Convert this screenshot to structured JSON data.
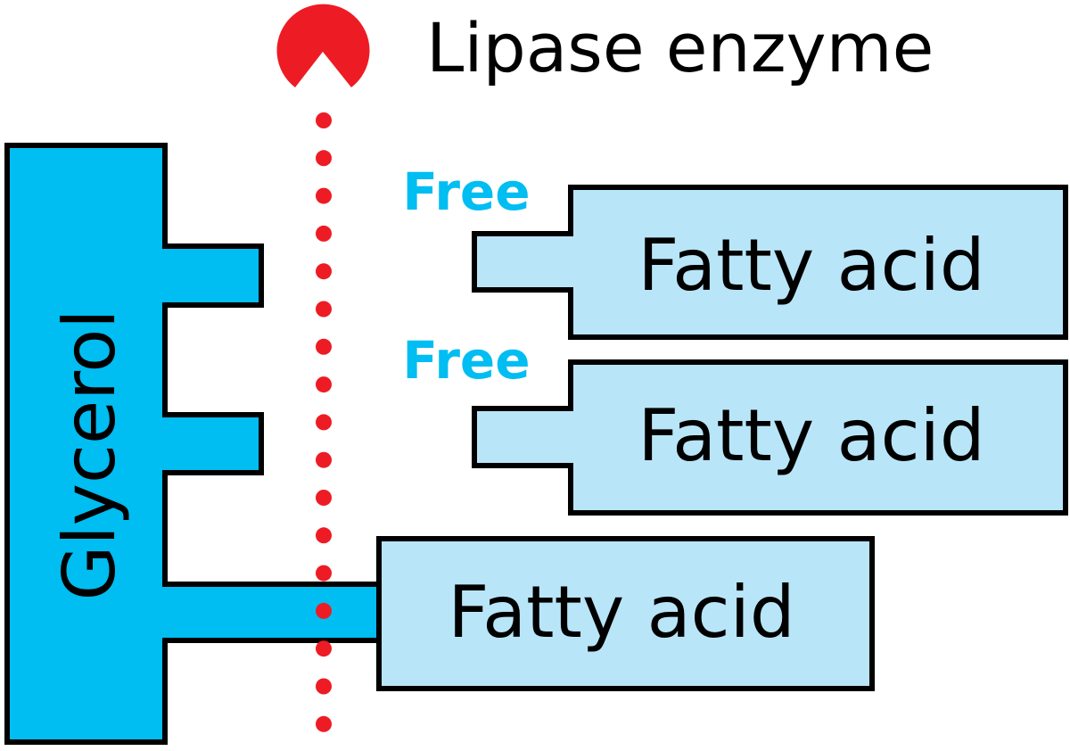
{
  "diagram": {
    "enzyme": {
      "label": "Lipase enzyme",
      "icon": "lipase-enzyme-icon",
      "color": "#ed1c24"
    },
    "glycerol": {
      "label": "Glycerol",
      "color": "#00bdf2"
    },
    "fatty_acids": [
      {
        "label": "Fatty acid",
        "status_label": "Free",
        "state": "free"
      },
      {
        "label": "Fatty acid",
        "status_label": "Free",
        "state": "free"
      },
      {
        "label": "Fatty acid",
        "status_label": "",
        "state": "attached"
      }
    ],
    "colors": {
      "fatty_acid_fill": "#b9e5f8",
      "free_text": "#00bdf2",
      "outline": "#000000",
      "cut_line": "#ed1c24"
    }
  }
}
